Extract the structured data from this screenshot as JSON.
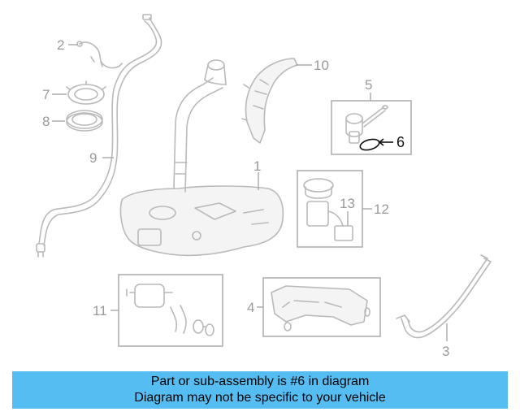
{
  "callouts": {
    "c1": "1",
    "c2": "2",
    "c3": "3",
    "c4": "4",
    "c5": "5",
    "c6": "6",
    "c7": "7",
    "c8": "8",
    "c9": "9",
    "c10": "10",
    "c11": "11",
    "c12": "12",
    "c13": "13"
  },
  "highlighted_part": "6",
  "colors": {
    "banner_background": "#56bdf3",
    "part_stroke": "#b9b9b9",
    "label_text": "#9a9a9a",
    "highlight_text": "#111111"
  },
  "banner": {
    "line1": "Part or sub-assembly is #6 in diagram",
    "line2": "Diagram may not be specific to your vehicle"
  }
}
